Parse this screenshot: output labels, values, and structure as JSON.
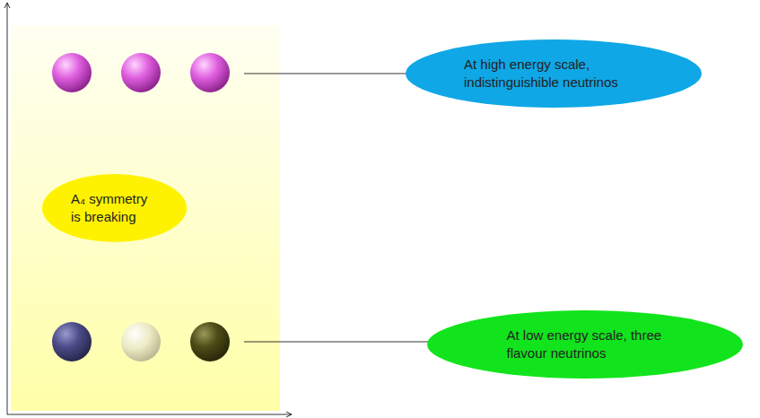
{
  "diagram": {
    "nodes": [
      {
        "text": [
          "At high energy scale, indistinguishible neutrinos"
        ]
      },
      {
        "text": [
          "A₄ symmetry is breaking"
        ]
      },
      {
        "text": [
          "At low energy scale, three flavour neutrinos"
        ]
      }
    ]
  }
}
